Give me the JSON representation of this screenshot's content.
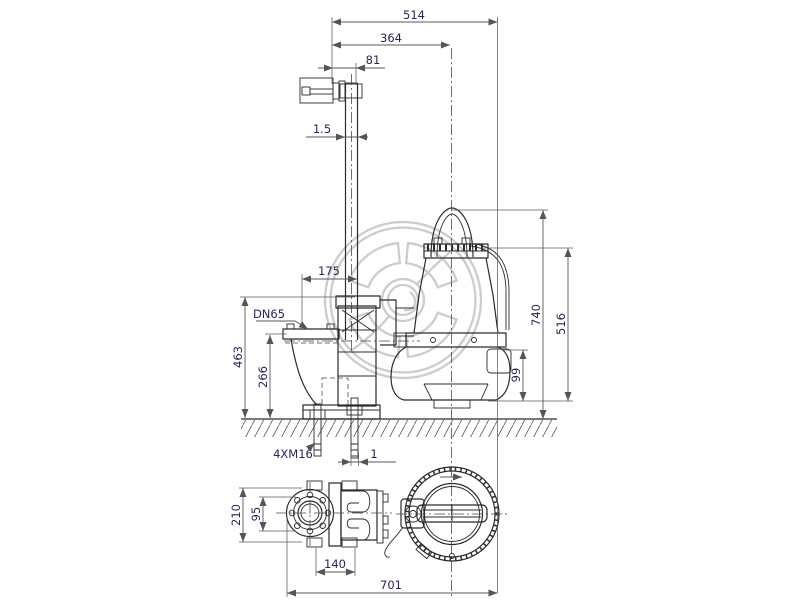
{
  "colors": {
    "background": "#ffffff",
    "line": "#2b2b2b",
    "dim_line": "#5a5a5a",
    "dimension_text": "#26265a",
    "watermark": "#cccccc"
  },
  "icons": {
    "watermark": "manufacturer-logo-circle"
  },
  "dims": {
    "total_width": "514",
    "rail_to_pump_center": "364",
    "wall_to_rail": "81",
    "rail_wall_thickness": "1.5",
    "flange_to_rail": "175",
    "discharge_flange": "DN65",
    "floor_to_inlet_top": "463",
    "floor_to_flange": "266",
    "total_height": "740",
    "pump_unit_height": "516",
    "volute_height": "99",
    "anchor_bolts": "4XM16",
    "bolt_gap": "1",
    "base_height": "210",
    "flange_bolt_circle": "95",
    "bolt_spacing": "140",
    "total_length": "701"
  }
}
